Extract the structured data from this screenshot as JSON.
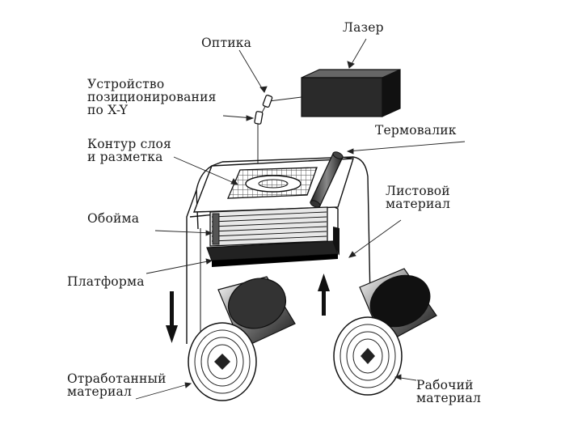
{
  "labels": {
    "optics": "Оптика",
    "laser": "Лазер",
    "positioner": [
      "Устройство",
      "позиционирования",
      "по X-Y"
    ],
    "contour": [
      "Контур слоя",
      "и разметка"
    ],
    "hot_roller": "Термовалик",
    "sheet_material": [
      "Листовой",
      "материал"
    ],
    "holder": "Обойма",
    "platform": "Платформа",
    "spent_material": [
      "Отработанный",
      "материал"
    ],
    "working_material": [
      "Рабочий",
      "материал"
    ]
  }
}
